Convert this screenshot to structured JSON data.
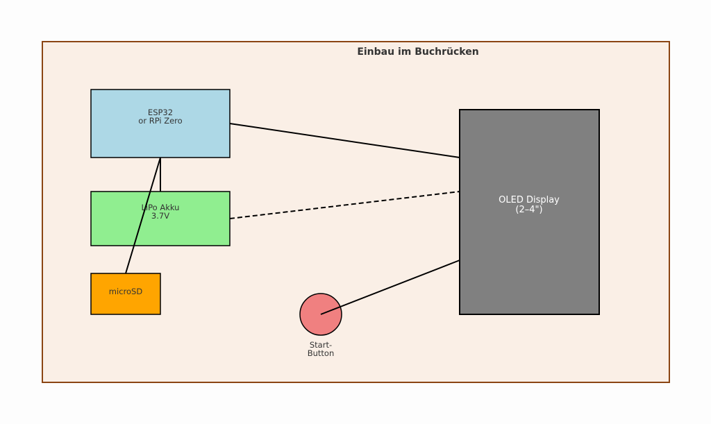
{
  "diagram": {
    "title": "Einbau im Buchrücken",
    "components": {
      "esp32": {
        "line1": "ESP32",
        "line2": "or RPi Zero",
        "color": "#add8e6"
      },
      "lipo": {
        "line1": "LiPo Akku",
        "line2": "3.7V",
        "color": "#90ee90"
      },
      "microsd": {
        "line1": "microSD",
        "color": "#ffa500"
      },
      "oled": {
        "line1": "OLED Display",
        "line2": "(2–4\")",
        "color": "#808080"
      },
      "button": {
        "line1": "Start-",
        "line2": "Button",
        "color": "#f08080"
      }
    },
    "connections": [
      {
        "from": "esp32",
        "to": "oled",
        "style": "solid"
      },
      {
        "from": "lipo",
        "to": "oled",
        "style": "dashed"
      },
      {
        "from": "esp32",
        "to": "lipo",
        "style": "solid"
      },
      {
        "from": "esp32",
        "to": "microsd",
        "style": "solid"
      },
      {
        "from": "button",
        "to": "oled",
        "style": "solid"
      }
    ],
    "colors": {
      "frame_fill": "#faefe6",
      "frame_stroke": "#8b4513"
    }
  }
}
